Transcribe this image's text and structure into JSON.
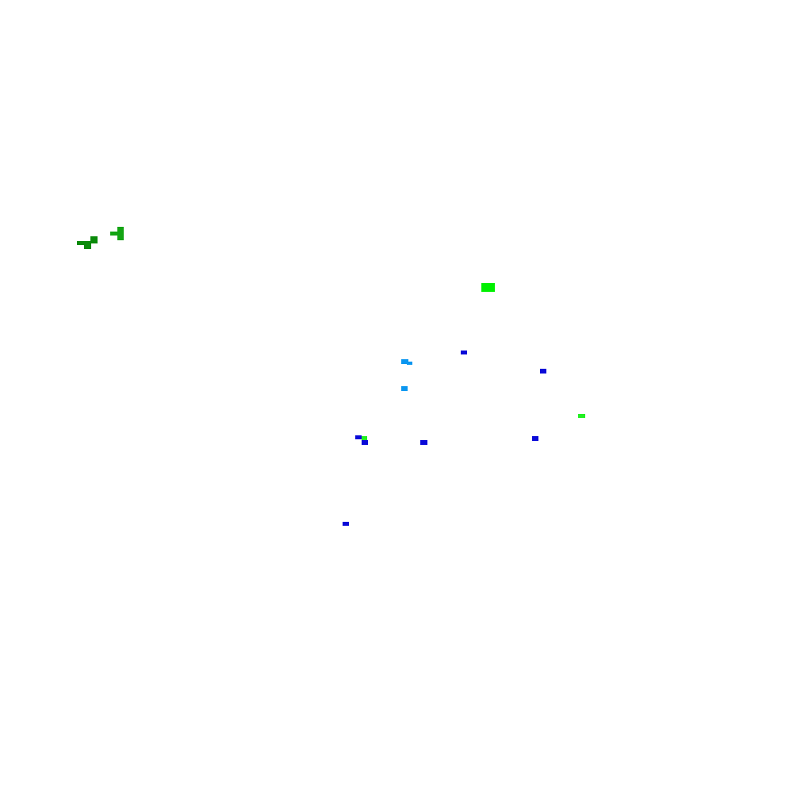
{
  "background": "#ffffff",
  "palette": {
    "dark_green": "#0a8a0a",
    "mid_green": "#13a413",
    "bright_green": "#00f000",
    "light_green": "#22f022",
    "sky_blue": "#0a96f0",
    "deep_blue": "#0a0ad8"
  },
  "fragment_groups": [
    {
      "name": "green-cluster-left",
      "color_key": "dark_green",
      "count": 3
    },
    {
      "name": "green-cluster-upper",
      "color_key": "mid_green",
      "count": 2
    },
    {
      "name": "bright-green-block",
      "color_key": "bright_green",
      "count": 1
    },
    {
      "name": "green-dots",
      "color_key": "light_green",
      "count": 2
    },
    {
      "name": "sky-blue-marks",
      "color_key": "sky_blue",
      "count": 3
    },
    {
      "name": "blue-dots",
      "color_key": "deep_blue",
      "count": 7
    }
  ]
}
